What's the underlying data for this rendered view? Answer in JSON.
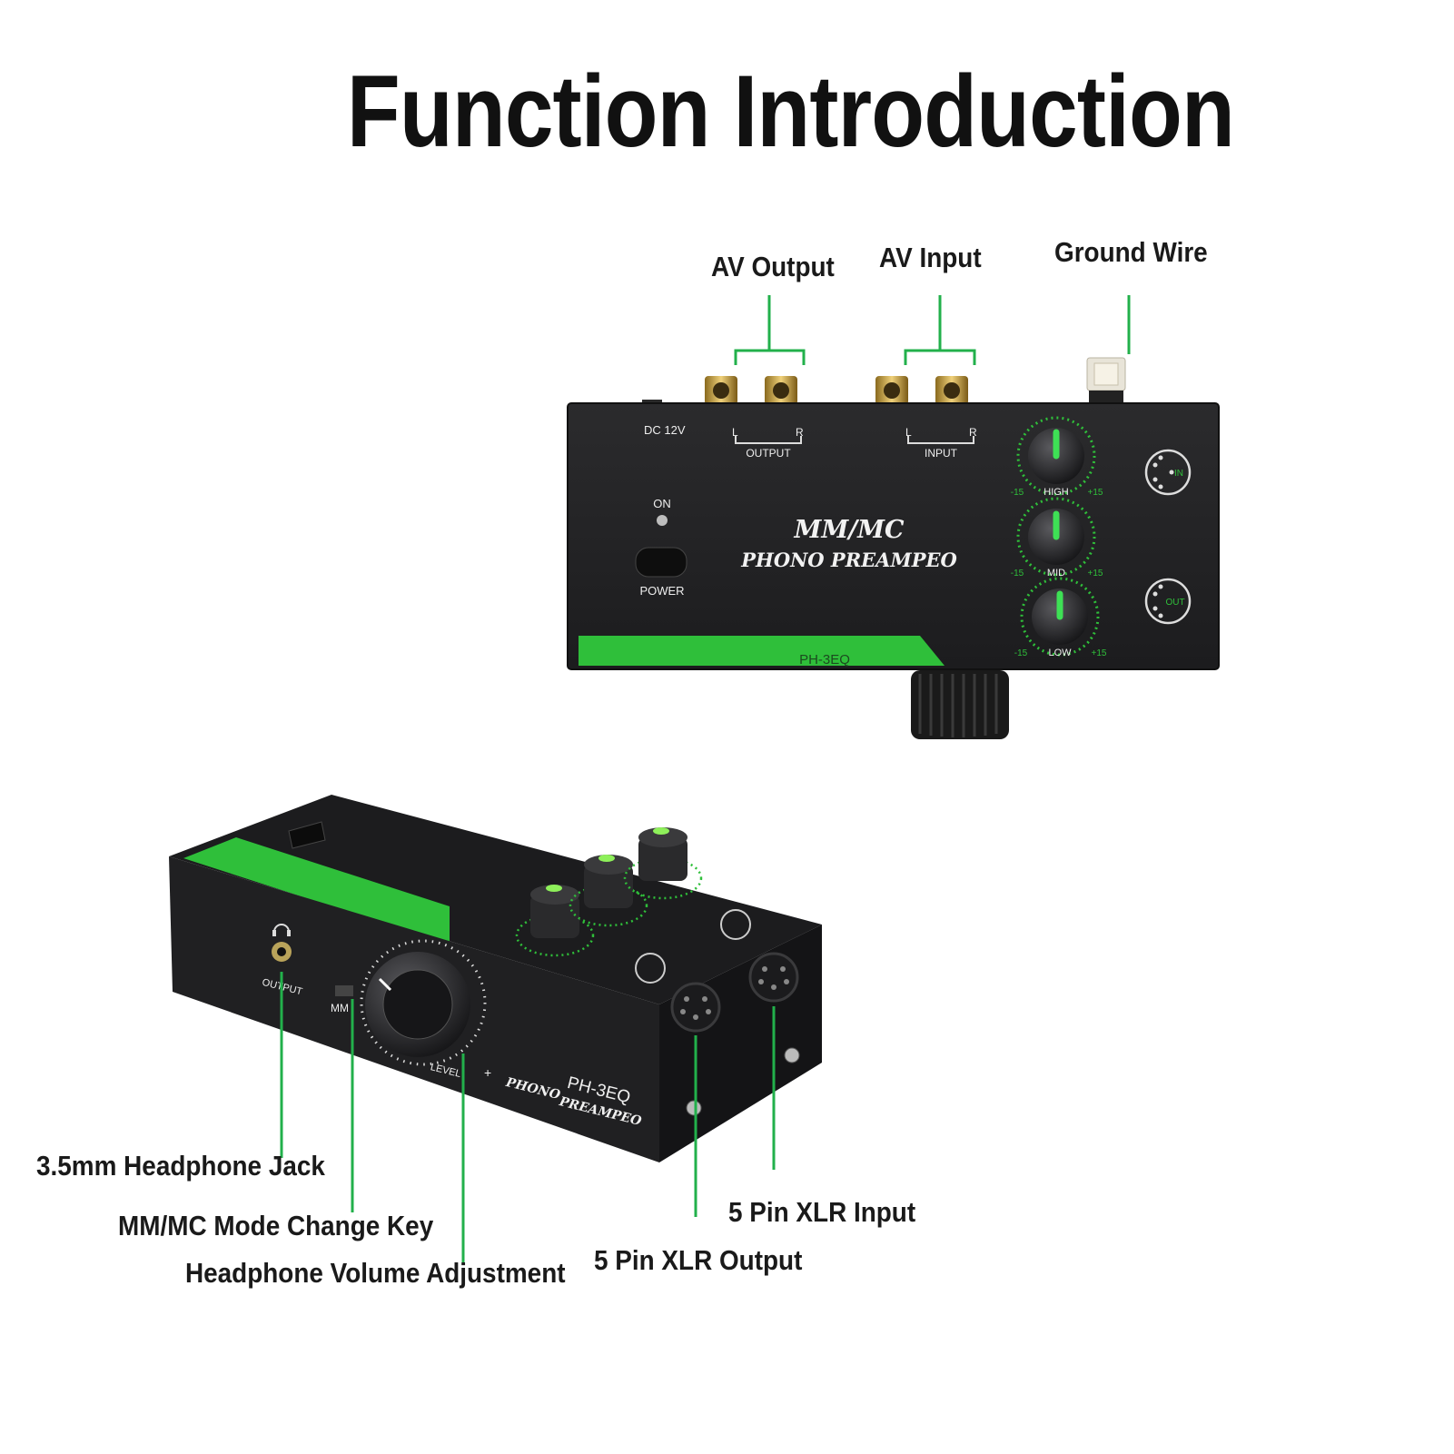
{
  "title": "Function Introduction",
  "accent_color": "#22b04b",
  "callouts": {
    "av_output": "AV Output",
    "av_input": "AV Input",
    "ground_wire": "Ground Wire",
    "headphone_jack": "3.5mm Headphone Jack",
    "mode_key": "MM/MC Mode Change Key",
    "volume": "Headphone Volume Adjustment",
    "xlr_output": "5 Pin XLR Output",
    "xlr_input": "5 Pin XLR Input"
  },
  "device_top": {
    "dc": "DC 12V",
    "l": "L",
    "r": "R",
    "output": "OUTPUT",
    "input": "INPUT",
    "on": "ON",
    "power": "POWER",
    "brand_line1": "MM/MC",
    "brand_line2": "PHONO PREAMPEO",
    "model": "PH-3EQ",
    "knob_high": "HIGH",
    "knob_mid": "MID",
    "knob_low": "LOW",
    "minus": "-15",
    "plus": "+15",
    "xlr_in": "IN",
    "xlr_out": "OUT"
  },
  "device_front": {
    "output": "OUTPUT",
    "mm": "MM",
    "model": "PH-3EQ",
    "brand_line1": "PHONO",
    "brand_line2": "PREAMPEO",
    "level": "LEVEL",
    "plus": "+"
  }
}
